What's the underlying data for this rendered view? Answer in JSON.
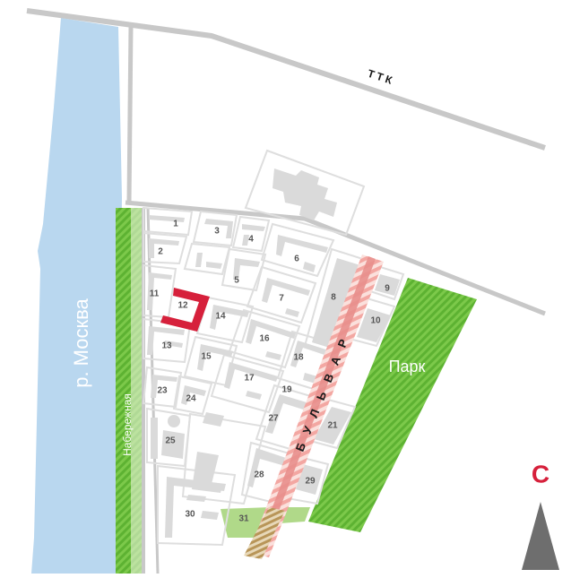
{
  "labels": {
    "river": "р. Москва",
    "embankment": "Набережная",
    "ring_road": "ТТК",
    "park": "Парк",
    "boulevard": "БУЛЬВАР",
    "north": "С"
  },
  "highlighted_building": "12",
  "block_numbers": [
    "1",
    "2",
    "3",
    "4",
    "5",
    "6",
    "7",
    "8",
    "9",
    "10",
    "11",
    "12",
    "13",
    "14",
    "15",
    "16",
    "17",
    "18",
    "19",
    "21",
    "23",
    "24",
    "25",
    "27",
    "28",
    "29",
    "30",
    "31"
  ],
  "colors": {
    "river": "#b9d7ef",
    "park": "#6cbf3e",
    "road": "#c8c8c8",
    "building": "#dadada",
    "highlight": "#d6203b",
    "boulevard": "#f2a9a6",
    "north_arrow": "#6e6e6e"
  }
}
